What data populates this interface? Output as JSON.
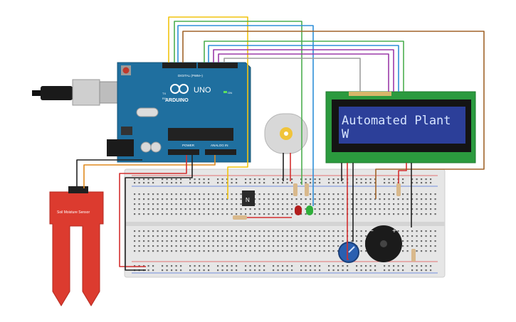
{
  "arduino": {
    "brand": "ARDUINO",
    "model": "UNO",
    "digital_label": "DIGITAL (PWM~)",
    "power_label": "POWER",
    "analog_label": "ANALOG IN",
    "on_label": "ON",
    "tx_label": "TX",
    "rx_label": "RX"
  },
  "lcd": {
    "line1": "Automated Plant",
    "line2": "W"
  },
  "sensor": {
    "label": "Soil Moisture Sensor"
  },
  "transistor": {
    "label": "N"
  },
  "buzzer": {
    "minus": "−",
    "plus": "+"
  },
  "colors": {
    "arduino": "#1f6f9f",
    "breadboard": "#e6e6e6",
    "lcd_pcb": "#2b9a3e",
    "lcd_screen": "#2c3f99",
    "sensor": "#dc3b2f",
    "wire_yellow": "#f2c40f",
    "wire_green": "#4caf50",
    "wire_blue": "#2f8fd8",
    "wire_purple": "#9b3aa8",
    "wire_gray": "#9e9e9e",
    "wire_brown": "#a0642a",
    "wire_orange": "#e08a1e",
    "wire_red": "#d32f2f",
    "wire_black": "#222222"
  }
}
